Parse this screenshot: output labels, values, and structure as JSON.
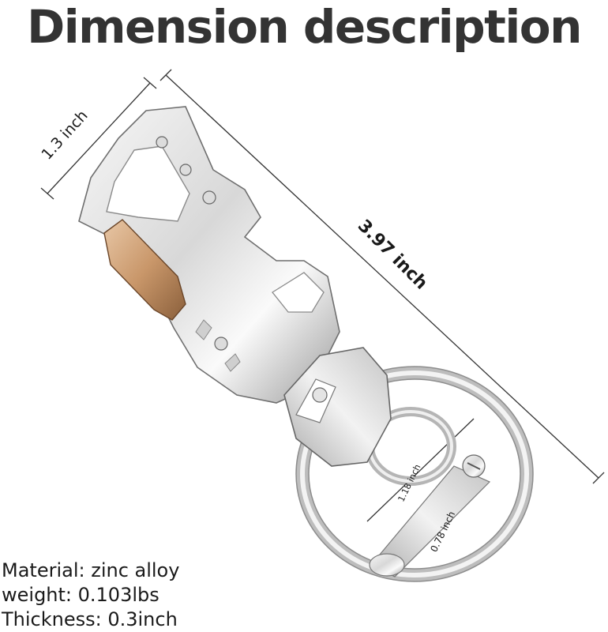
{
  "title": "Dimension description",
  "dimensions": {
    "width": "1.3 inch",
    "length": "3.97 inch",
    "ring_outer": "1.18 inch",
    "ring_inner": "0.78 inch"
  },
  "specs": [
    "Material: zinc alloy",
    "weight:  0.103lbs",
    "Thickness: 0.3inch"
  ],
  "colors": {
    "title": "#333333",
    "metal_light": "#f4f4f4",
    "metal_dark": "#8c8c8c",
    "gold_gate": "#c9976a"
  },
  "icons": {
    "product": "carabiner-keychain-icon"
  }
}
